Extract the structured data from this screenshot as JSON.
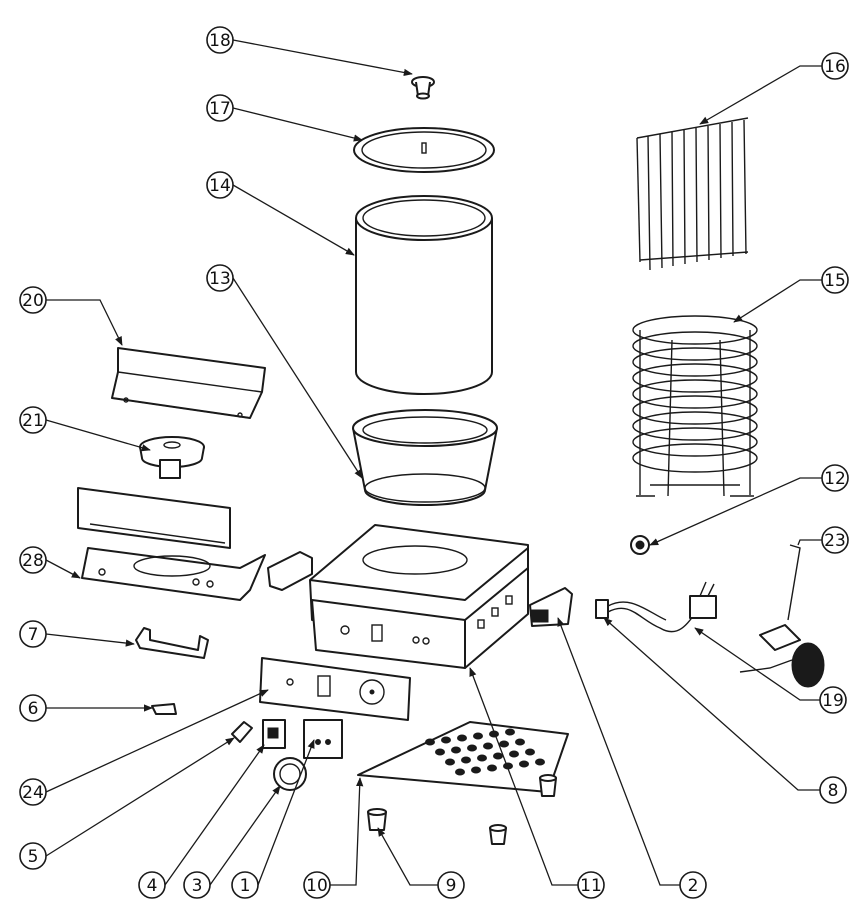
{
  "diagram": {
    "callouts": [
      {
        "id": "c18",
        "label": "18"
      },
      {
        "id": "c17",
        "label": "17"
      },
      {
        "id": "c14",
        "label": "14"
      },
      {
        "id": "c13",
        "label": "13"
      },
      {
        "id": "c20",
        "label": "20"
      },
      {
        "id": "c21",
        "label": "21"
      },
      {
        "id": "c28",
        "label": "28"
      },
      {
        "id": "c7",
        "label": "7"
      },
      {
        "id": "c6",
        "label": "6"
      },
      {
        "id": "c24",
        "label": "24"
      },
      {
        "id": "c5",
        "label": "5"
      },
      {
        "id": "c4",
        "label": "4"
      },
      {
        "id": "c3",
        "label": "3"
      },
      {
        "id": "c1",
        "label": "1"
      },
      {
        "id": "c10",
        "label": "10"
      },
      {
        "id": "c9",
        "label": "9"
      },
      {
        "id": "c11",
        "label": "11"
      },
      {
        "id": "c2",
        "label": "2"
      },
      {
        "id": "c8",
        "label": "8"
      },
      {
        "id": "c19",
        "label": "19"
      },
      {
        "id": "c23",
        "label": "23"
      },
      {
        "id": "c12",
        "label": "12"
      },
      {
        "id": "c15",
        "label": "15"
      },
      {
        "id": "c16",
        "label": "16"
      }
    ]
  }
}
